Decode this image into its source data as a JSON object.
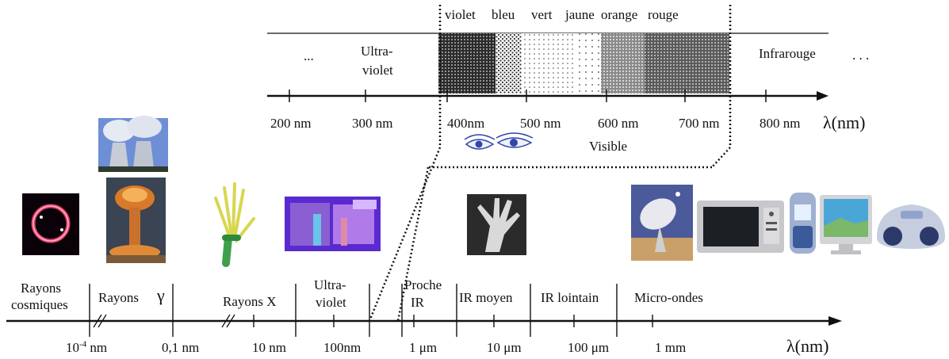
{
  "top_scale": {
    "band_colors": [
      "violet",
      "bleu",
      "vert",
      "jaune",
      "orange",
      "rouge"
    ],
    "left_ellipsis": "...",
    "uv_line1": "Ultra-",
    "uv_line2": "violet",
    "ir_label": "Infrarouge",
    "right_ellipsis": ". . .",
    "ticks": [
      "200 nm",
      "300 nm",
      "400nm",
      "500 nm",
      "600 nm",
      "700 nm",
      "800 nm"
    ],
    "axis_label": "λ(nm)",
    "visible_label": "Visible"
  },
  "bottom_scale": {
    "rayons_cosmiques_line1": "Rayons",
    "rayons_cosmiques_line2": "cosmiques",
    "rayons_gamma": "Rayons",
    "gamma_symbol": "γ",
    "rayons_x": "Rayons X",
    "uv_line1": "Ultra-",
    "uv_line2": "violet",
    "proche_ir_line1": "Proche",
    "proche_ir_line2": "IR",
    "ir_moyen": "IR moyen",
    "ir_lointain": "IR lointain",
    "micro_ondes": "Micro-ondes",
    "tick_first_base": "10",
    "tick_first_exp": "-4",
    "tick_first_unit": " nm",
    "ticks": [
      "0,1 nm",
      "10 nm",
      "100nm",
      "1 μm",
      "10 μm",
      "100 μm",
      "1 mm"
    ],
    "axis_label": "λ(nm)"
  },
  "icons": [
    "supernova-icon",
    "nuclear-plant-icon",
    "mushroom-cloud-icon",
    "xray-hand-icon",
    "banknote-uv-icon",
    "infrared-hand-icon",
    "satellite-dish-icon",
    "microwave-oven-icon",
    "mobile-phone-icon",
    "monitor-icon",
    "radio-cd-player-icon",
    "eyes-icon"
  ],
  "colors": {
    "ink": "#111111",
    "dark_band": "#3a3a3a",
    "uv_purple": "#8a5fd1"
  }
}
